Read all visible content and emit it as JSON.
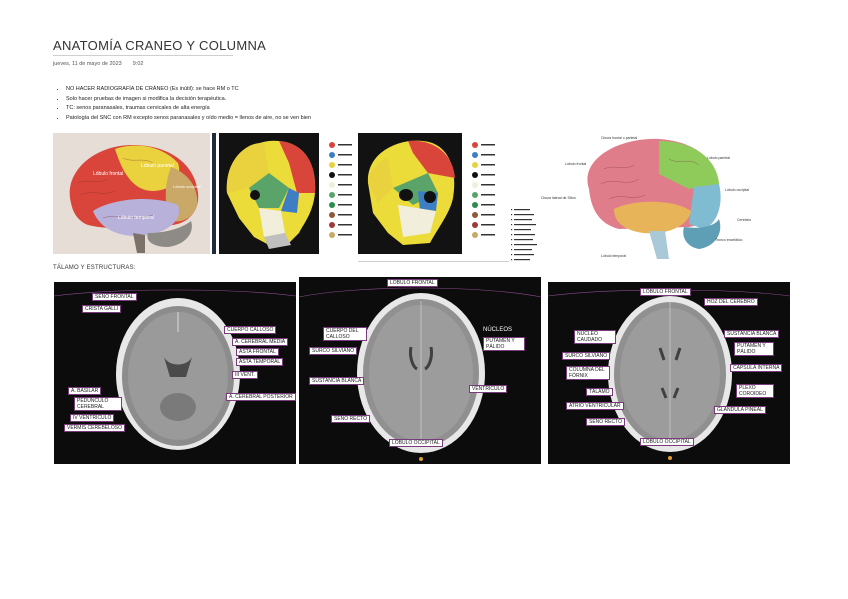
{
  "page": {
    "title": "ANATOMÍA CRANEO Y COLUMNA",
    "date": "jueves, 11 de mayo de 2023",
    "time": "9:02"
  },
  "notes": [
    "NO HACER RADIOGRAFÍA DE CRÁNEO (Es inútil): se hace RM o TC",
    "Solo hacer pruebas de imagen si modifica la decisión terapéutica.",
    "TC: senos paranasales, traumas cervicales de alta energía",
    "Patología del SNC con RM excepto senos paranasales y oído medio = llenos de aire, no se ven bien"
  ],
  "brain_lateral": {
    "labels": [
      "Lóbulo frontal",
      "Lóbulo parietal",
      "Lóbulo occipital",
      "Lóbulo temporal"
    ]
  },
  "brain_diagram": {
    "labels": [
      "Cisura frontal o parietal",
      "Lóbulo frontal",
      "Lóbulo parietal",
      "Lóbulo occipital",
      "Cisura lateral de Silvio",
      "Lóbulo temporal",
      "Cerebelo",
      "Tronco encefálico"
    ]
  },
  "section_title": "TÁLAMO Y ESTRUCTURAS:",
  "ct1": {
    "labels": [
      "SENO FRONTAL",
      "CRISTA GALLI",
      "CUERPO CALLOSO",
      "A. CEREBRAL MEDIA",
      "ASTA FRONTAL",
      "ASTA TEMPORAL",
      "III VENT.",
      "A. CEREBRAL POSTERIOR",
      "A. BASILAR",
      "PEDÚNCULO CEREBRAL",
      "IV VENTRÍCULO",
      "VERMIS CEREBELOSO"
    ]
  },
  "ct2": {
    "header": "LÓBULO FRONTAL",
    "footer": "LÓBULO OCCIPITAL",
    "side_title": "NÚCLEOS",
    "labels": [
      "CUERPO DEL CALLOSO",
      "SURCO SILVIANO",
      "SUSTANCIA BLANCA",
      "SENO RECTO",
      "PUTAMEN Y PÁLIDO",
      "VENTRÍCULO"
    ]
  },
  "ct3": {
    "header": "LÓBULO FRONTAL",
    "footer": "LÓBULO OCCIPITAL",
    "labels": [
      "HOZ DEL CEREBRO",
      "NÚCLEO CAUDADO",
      "SURCO SILVIANO",
      "COLUMNA DEL FÓRNIX",
      "TÁLAMO",
      "ATRIO VENTRICULAR",
      "SENO RECTO",
      "SUSTANCIA BLANCA",
      "PUTAMEN Y PÁLIDO",
      "CÁPSULA INTERNA",
      "PLEXO COROIDEO",
      "GLÁNDULA PINEAL"
    ]
  },
  "colors": {
    "ct_label_border": "#7a3b7c",
    "frontal_red": "#d9453a",
    "parietal_yellow": "#e9d23d",
    "temporal_lavender": "#b8b1d9",
    "occipital_blue": "#5a95c8"
  }
}
